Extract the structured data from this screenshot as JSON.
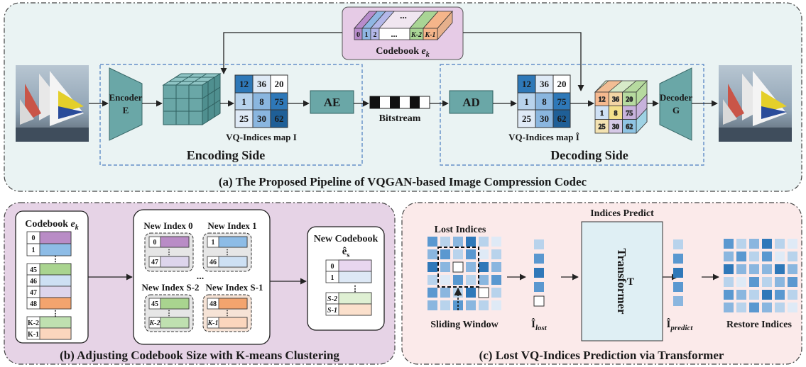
{
  "panel_a": {
    "caption": "(a) The Proposed Pipeline of VQGAN-based Image Compression Codec",
    "encoder": {
      "line1": "Encoder",
      "line2": "E"
    },
    "decoder": {
      "line1": "Decoder",
      "line2": "G"
    },
    "ae": "AE",
    "ad": "AD",
    "bitstream": "Bitstream",
    "encoding_side": "Encoding  Side",
    "decoding_side": "Decoding Side",
    "map_label_enc": "VQ-Indices map I",
    "map_label_dec": "VQ-Indices map Î",
    "indices_grid": [
      "12",
      "36",
      "20",
      "1",
      "8",
      "75",
      "25",
      "30",
      "62"
    ],
    "codebook": {
      "label": "Codebook",
      "symbol": "e",
      "subscript": "k",
      "cells": [
        "0",
        "1",
        "2",
        "...",
        "K-2",
        "K-1"
      ],
      "top_dots": "..."
    }
  },
  "panel_b": {
    "caption": "(b) Adjusting Codebook Size with K-means Clustering",
    "codebook_title": {
      "label": "Codebook",
      "symbol": "e",
      "subscript": "k"
    },
    "codebook_rows": [
      "0",
      "1",
      "45",
      "46",
      "47",
      "48",
      "K-2",
      "K-1"
    ],
    "dots": "⋮",
    "groups": [
      {
        "title": "New Index 0",
        "rows": [
          "0",
          "47"
        ]
      },
      {
        "title": "New Index 1",
        "rows": [
          "1",
          "46"
        ]
      },
      {
        "title": "New Index S-2",
        "rows": [
          "45",
          "K-2"
        ]
      },
      {
        "title": "New Index S-1",
        "rows": [
          "48",
          "K-1"
        ]
      }
    ],
    "middle_dots": "...",
    "new_codebook": {
      "line1": "New Codebook",
      "line2": "ê",
      "subscript": "s",
      "rows": [
        "0",
        "1",
        "S-2",
        "S-1"
      ]
    }
  },
  "panel_c": {
    "caption": "(c) Lost VQ-Indices Prediction via Transformer",
    "lost_indices": "Lost Indices",
    "sliding_window": "Sliding Window",
    "indices_predict": "Indices Predict",
    "transformer": {
      "line1": "Transformer",
      "line2": "T"
    },
    "i_lost": {
      "symbol": "Î",
      "subscript": "lost"
    },
    "i_predict": {
      "symbol": "Î",
      "subscript": "predict"
    },
    "restore_indices": "Restore Indices"
  },
  "colors": {
    "panel_a_bg": "#eaf3f3",
    "panel_b_bg": "#e6d3e6",
    "panel_c_bg": "#fbeaea",
    "teal": "#6aa7a7",
    "codebook_box": "#e6cbe6",
    "codebook_cells": [
      "#b78ccb",
      "#8fb6e3",
      "#b3b7e8",
      "#ffffff",
      "#a9d595",
      "#f5b58a"
    ],
    "cube_faces": [
      "#f6b98f",
      "#b6da9f",
      "#c7b2dc",
      "#cfe1f5",
      "#9ed2e4"
    ],
    "row_purple": "#b98cc6",
    "row_blue": "#8dbce6",
    "row_green": "#a9d48f",
    "row_lightblue": "#cde0f3",
    "row_lavender": "#ddd5ec",
    "row_orange": "#f3a46e",
    "row_peach": "#fbd6bd",
    "grid_blues": [
      "#1f5f97",
      "#2f78b9",
      "#5a98d0",
      "#8ab6df",
      "#b8d3ec",
      "#dfeaf6"
    ],
    "transformer_box": "#dfeff4"
  }
}
